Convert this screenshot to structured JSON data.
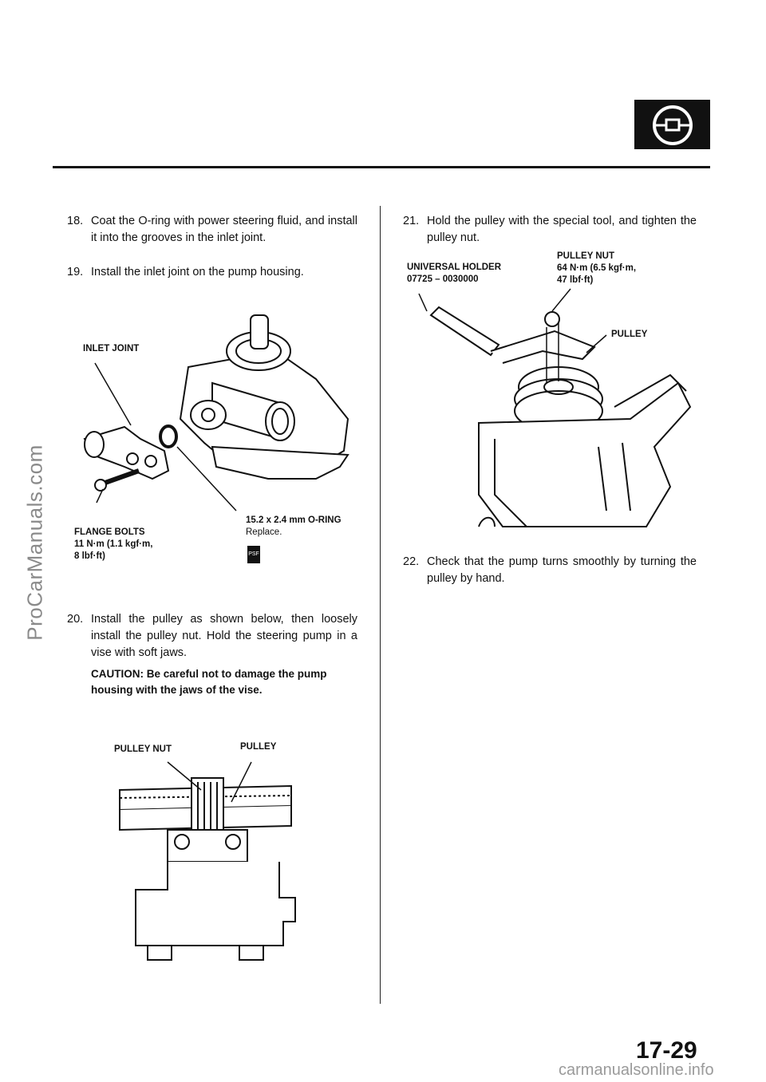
{
  "watermark": "ProCarManuals.com",
  "steps": {
    "s18_num": "18.",
    "s18_text": "Coat the O-ring with power steering fluid, and install it into the grooves in the inlet joint.",
    "s19_num": "19.",
    "s19_text": "Install the inlet joint on the pump housing.",
    "s20_num": "20.",
    "s20_text": "Install the pulley as shown below, then loosely install the pulley nut. Hold the steering pump in a vise with soft jaws.",
    "s21_num": "21.",
    "s21_text": "Hold the pulley with the special tool, and tighten the pulley nut.",
    "s22_num": "22.",
    "s22_text": "Check that the pump turns smoothly by turning the pulley by hand."
  },
  "caution": "CAUTION: Be careful not to damage the pump housing with the jaws of the vise.",
  "fig1": {
    "inlet_joint": "INLET JOINT",
    "flange_bolts_1": "FLANGE BOLTS",
    "flange_bolts_2": "11 N·m (1.1 kgf·m,",
    "flange_bolts_3": "8 lbf·ft)",
    "oring_1": "15.2 x 2.4 mm O-RING",
    "oring_2": "Replace.",
    "psf": "PSF"
  },
  "fig2": {
    "pulley_nut": "PULLEY NUT",
    "pulley": "PULLEY"
  },
  "fig3": {
    "holder_1": "UNIVERSAL HOLDER",
    "holder_2": "07725 – 0030000",
    "nut_1": "PULLEY NUT",
    "nut_2": "64 N·m (6.5 kgf·m,",
    "nut_3": "47 lbf·ft)",
    "pulley": "PULLEY"
  },
  "page_number": "17-29",
  "footer": "carmanualsonline.info"
}
